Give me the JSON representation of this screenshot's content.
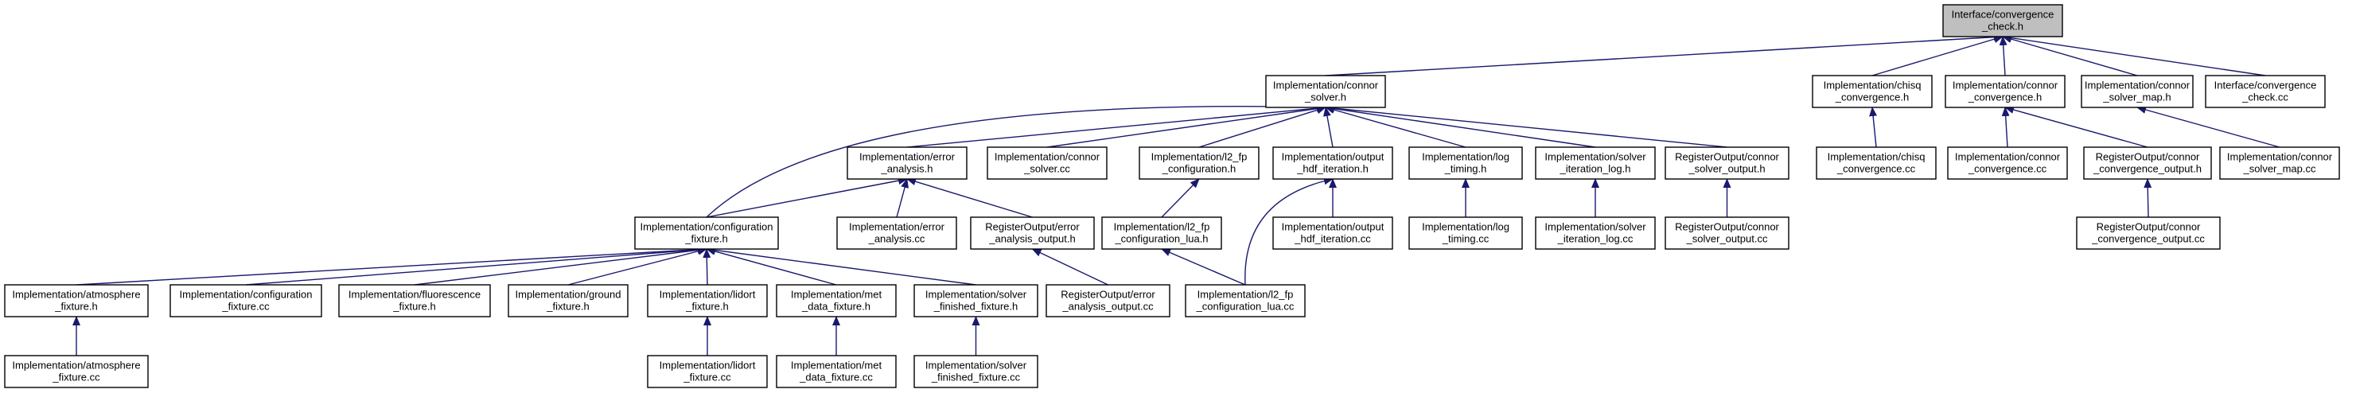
{
  "graph": {
    "title": "",
    "edge_color": "#191970",
    "root_fill": "#bfbfbf",
    "nodes": [
      {
        "id": "root",
        "lines": [
          "Interface/convergence",
          "_check.h"
        ],
        "root": true
      },
      {
        "id": "connor_solver_h",
        "lines": [
          "Implementation/connor",
          "_solver.h"
        ]
      },
      {
        "id": "chisq_conv_h",
        "lines": [
          "Implementation/chisq",
          "_convergence.h"
        ]
      },
      {
        "id": "connor_conv_h",
        "lines": [
          "Implementation/connor",
          "_convergence.h"
        ]
      },
      {
        "id": "connor_solver_map_h",
        "lines": [
          "Implementation/connor",
          "_solver_map.h"
        ]
      },
      {
        "id": "interface_conv_cc",
        "lines": [
          "Interface/convergence",
          "_check.cc"
        ]
      },
      {
        "id": "error_analysis_h",
        "lines": [
          "Implementation/error",
          "_analysis.h"
        ]
      },
      {
        "id": "connor_solver_cc",
        "lines": [
          "Implementation/connor",
          "_solver.cc"
        ]
      },
      {
        "id": "l2_fp_config_h",
        "lines": [
          "Implementation/l2_fp",
          "_configuration.h"
        ]
      },
      {
        "id": "output_hdf_iter_h",
        "lines": [
          "Implementation/output",
          "_hdf_iteration.h"
        ]
      },
      {
        "id": "log_timing_h",
        "lines": [
          "Implementation/log",
          "_timing.h"
        ]
      },
      {
        "id": "solver_iter_log_h",
        "lines": [
          "Implementation/solver",
          "_iteration_log.h"
        ]
      },
      {
        "id": "reg_connor_solver_out_h",
        "lines": [
          "RegisterOutput/connor",
          "_solver_output.h"
        ]
      },
      {
        "id": "chisq_conv_cc",
        "lines": [
          "Implementation/chisq",
          "_convergence.cc"
        ]
      },
      {
        "id": "connor_conv_cc",
        "lines": [
          "Implementation/connor",
          "_convergence.cc"
        ]
      },
      {
        "id": "reg_connor_conv_out_h",
        "lines": [
          "RegisterOutput/connor",
          "_convergence_output.h"
        ]
      },
      {
        "id": "connor_solver_map_cc",
        "lines": [
          "Implementation/connor",
          "_solver_map.cc"
        ]
      },
      {
        "id": "config_fixture_h",
        "lines": [
          "Implementation/configuration",
          "_fixture.h"
        ]
      },
      {
        "id": "error_analysis_cc",
        "lines": [
          "Implementation/error",
          "_analysis.cc"
        ]
      },
      {
        "id": "reg_error_analysis_out_h",
        "lines": [
          "RegisterOutput/error",
          "_analysis_output.h"
        ]
      },
      {
        "id": "l2_fp_config_lua_h",
        "lines": [
          "Implementation/l2_fp",
          "_configuration_lua.h"
        ]
      },
      {
        "id": "output_hdf_iter_cc",
        "lines": [
          "Implementation/output",
          "_hdf_iteration.cc"
        ]
      },
      {
        "id": "log_timing_cc",
        "lines": [
          "Implementation/log",
          "_timing.cc"
        ]
      },
      {
        "id": "solver_iter_log_cc",
        "lines": [
          "Implementation/solver",
          "_iteration_log.cc"
        ]
      },
      {
        "id": "reg_connor_solver_out_cc",
        "lines": [
          "RegisterOutput/connor",
          "_solver_output.cc"
        ]
      },
      {
        "id": "reg_connor_conv_out_cc",
        "lines": [
          "RegisterOutput/connor",
          "_convergence_output.cc"
        ]
      },
      {
        "id": "atm_fixture_h",
        "lines": [
          "Implementation/atmosphere",
          "_fixture.h"
        ]
      },
      {
        "id": "config_fixture_cc",
        "lines": [
          "Implementation/configuration",
          "_fixture.cc"
        ]
      },
      {
        "id": "fluor_fixture_h",
        "lines": [
          "Implementation/fluorescence",
          "_fixture.h"
        ]
      },
      {
        "id": "ground_fixture_h",
        "lines": [
          "Implementation/ground",
          "_fixture.h"
        ]
      },
      {
        "id": "lidort_fixture_h",
        "lines": [
          "Implementation/lidort",
          "_fixture.h"
        ]
      },
      {
        "id": "met_data_fixture_h",
        "lines": [
          "Implementation/met",
          "_data_fixture.h"
        ]
      },
      {
        "id": "solver_finished_fixture_h",
        "lines": [
          "Implementation/solver",
          "_finished_fixture.h"
        ]
      },
      {
        "id": "reg_error_analysis_out_cc",
        "lines": [
          "RegisterOutput/error",
          "_analysis_output.cc"
        ]
      },
      {
        "id": "l2_fp_config_lua_cc",
        "lines": [
          "Implementation/l2_fp",
          "_configuration_lua.cc"
        ]
      },
      {
        "id": "atm_fixture_cc",
        "lines": [
          "Implementation/atmosphere",
          "_fixture.cc"
        ]
      },
      {
        "id": "lidort_fixture_cc",
        "lines": [
          "Implementation/lidort",
          "_fixture.cc"
        ]
      },
      {
        "id": "met_data_fixture_cc",
        "lines": [
          "Implementation/met",
          "_data_fixture.cc"
        ]
      },
      {
        "id": "solver_finished_fixture_cc",
        "lines": [
          "Implementation/solver",
          "_finished_fixture.cc"
        ]
      }
    ],
    "edges": [
      [
        "connor_solver_h",
        "root"
      ],
      [
        "chisq_conv_h",
        "root"
      ],
      [
        "connor_conv_h",
        "root"
      ],
      [
        "connor_solver_map_h",
        "root"
      ],
      [
        "interface_conv_cc",
        "root"
      ],
      [
        "config_fixture_h",
        "connor_solver_h"
      ],
      [
        "error_analysis_h",
        "connor_solver_h"
      ],
      [
        "connor_solver_cc",
        "connor_solver_h"
      ],
      [
        "l2_fp_config_h",
        "connor_solver_h"
      ],
      [
        "output_hdf_iter_h",
        "connor_solver_h"
      ],
      [
        "log_timing_h",
        "connor_solver_h"
      ],
      [
        "solver_iter_log_h",
        "connor_solver_h"
      ],
      [
        "reg_connor_solver_out_h",
        "connor_solver_h"
      ],
      [
        "chisq_conv_cc",
        "chisq_conv_h"
      ],
      [
        "connor_conv_cc",
        "connor_conv_h"
      ],
      [
        "reg_connor_conv_out_h",
        "connor_conv_h"
      ],
      [
        "connor_solver_map_cc",
        "connor_solver_map_h"
      ],
      [
        "config_fixture_h",
        "error_analysis_h"
      ],
      [
        "error_analysis_cc",
        "error_analysis_h"
      ],
      [
        "reg_error_analysis_out_h",
        "error_analysis_h"
      ],
      [
        "l2_fp_config_lua_h",
        "l2_fp_config_h"
      ],
      [
        "output_hdf_iter_cc",
        "output_hdf_iter_h"
      ],
      [
        "l2_fp_config_lua_cc",
        "output_hdf_iter_h"
      ],
      [
        "log_timing_cc",
        "log_timing_h"
      ],
      [
        "solver_iter_log_cc",
        "solver_iter_log_h"
      ],
      [
        "reg_connor_solver_out_cc",
        "reg_connor_solver_out_h"
      ],
      [
        "reg_connor_conv_out_cc",
        "reg_connor_conv_out_h"
      ],
      [
        "atm_fixture_h",
        "config_fixture_h"
      ],
      [
        "config_fixture_cc",
        "config_fixture_h"
      ],
      [
        "fluor_fixture_h",
        "config_fixture_h"
      ],
      [
        "ground_fixture_h",
        "config_fixture_h"
      ],
      [
        "lidort_fixture_h",
        "config_fixture_h"
      ],
      [
        "met_data_fixture_h",
        "config_fixture_h"
      ],
      [
        "solver_finished_fixture_h",
        "config_fixture_h"
      ],
      [
        "reg_error_analysis_out_cc",
        "reg_error_analysis_out_h"
      ],
      [
        "l2_fp_config_lua_cc",
        "l2_fp_config_lua_h"
      ],
      [
        "atm_fixture_cc",
        "atm_fixture_h"
      ],
      [
        "lidort_fixture_cc",
        "lidort_fixture_h"
      ],
      [
        "met_data_fixture_cc",
        "met_data_fixture_h"
      ],
      [
        "solver_finished_fixture_cc",
        "solver_finished_fixture_h"
      ]
    ]
  }
}
